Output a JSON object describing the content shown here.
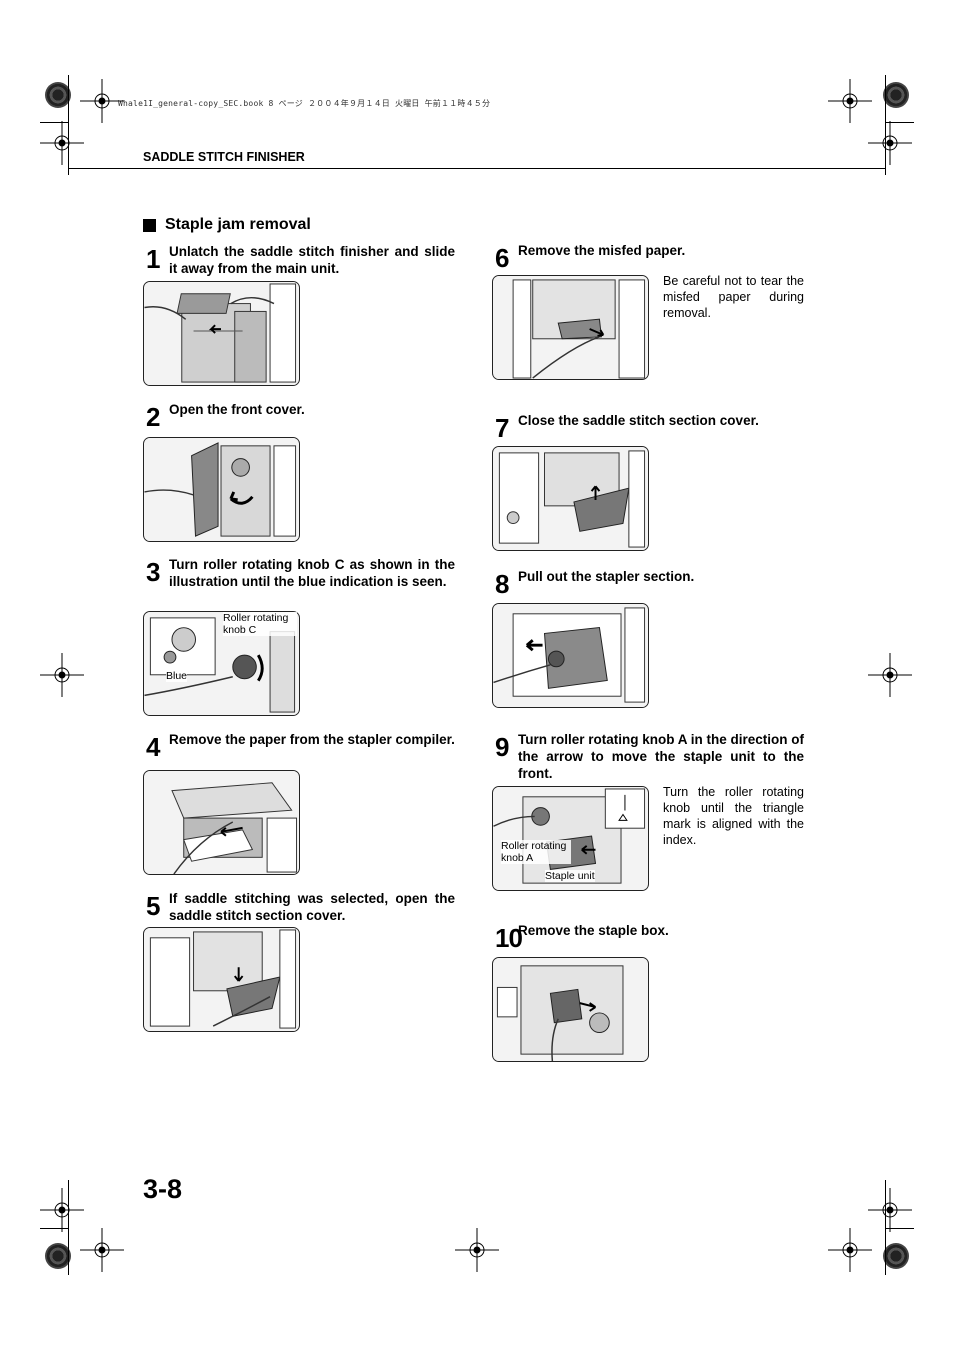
{
  "header": {
    "file_info": "Whale1I_general-copy_SEC.book  8 ページ  ２００４年９月１４日  火曜日  午前１１時４５分",
    "running_head": "SADDLE STITCH FINISHER"
  },
  "section": {
    "title": "Staple jam removal"
  },
  "steps": [
    {
      "num": "1",
      "text": "Unlatch the saddle stitch finisher and slide it away from the main unit."
    },
    {
      "num": "2",
      "text": "Open the front cover."
    },
    {
      "num": "3",
      "text": "Turn roller rotating knob C as shown in the illustration until the blue indication is seen.",
      "callouts": [
        "Roller rotating knob C",
        "Blue"
      ]
    },
    {
      "num": "4",
      "text": "Remove the paper from the stapler compiler."
    },
    {
      "num": "5",
      "text": "If saddle stitching was selected, open the saddle stitch section cover."
    },
    {
      "num": "6",
      "text": "Remove the misfed paper.",
      "note": "Be careful not to tear the misfed paper during removal."
    },
    {
      "num": "7",
      "text": "Close the saddle stitch section cover."
    },
    {
      "num": "8",
      "text": "Pull out the stapler section."
    },
    {
      "num": "9",
      "text": "Turn roller rotating knob A in the direction of the arrow to move the staple unit to the front.",
      "note": "Turn the roller rotating knob until the triangle mark is aligned with the index.",
      "callouts": [
        "Roller rotating knob A",
        "Staple unit"
      ]
    },
    {
      "num": "10",
      "text": "Remove the staple box."
    }
  ],
  "footer": {
    "page_number": "3-8"
  }
}
